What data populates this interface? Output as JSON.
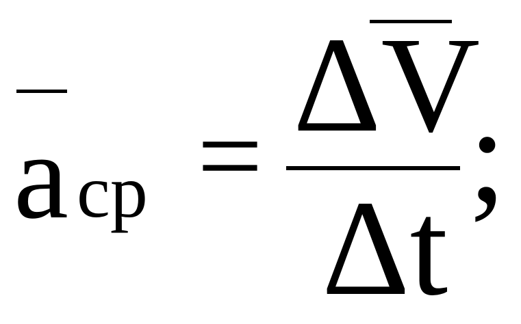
{
  "formula": {
    "lhs_symbol": "a",
    "lhs_subscript": "ср",
    "equals": "=",
    "numerator": "ΔV",
    "denominator": "Δt",
    "terminator": ";",
    "color": "#000000"
  }
}
